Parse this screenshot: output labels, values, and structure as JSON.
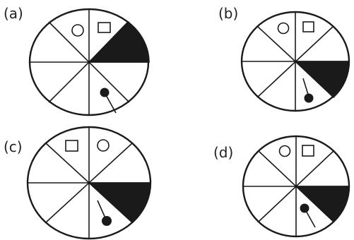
{
  "panels": [
    {
      "label": "(a)"
    },
    {
      "label": "(b)"
    },
    {
      "label": "(c)"
    },
    {
      "label": "(d)"
    }
  ],
  "colors": {
    "ink": "#1a1a1a",
    "background": "#ffffff"
  },
  "icons": [
    "circle-icon",
    "square-icon",
    "black-sector",
    "pin-icon"
  ]
}
